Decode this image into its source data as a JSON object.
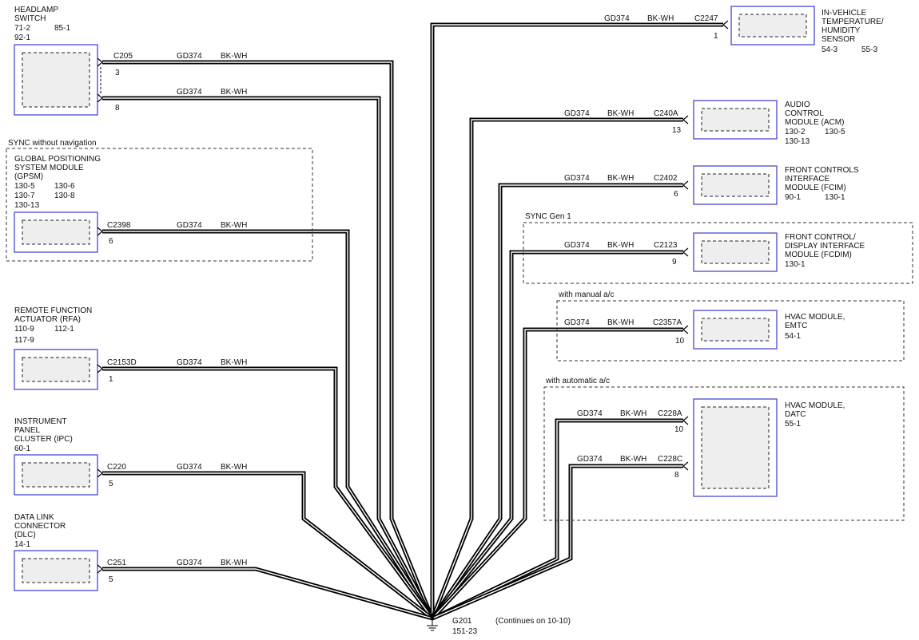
{
  "wire": {
    "circuit": "GD374",
    "color": "BK-WH"
  },
  "ground": {
    "id": "G201",
    "loc": "151-23",
    "note": "(Continues on 10-10)"
  },
  "groups": {
    "sync_nav": "SYNC without navigation",
    "sync_gen1": "SYNC Gen 1",
    "manual_ac": "with manual a/c",
    "auto_ac": "with automatic a/c"
  },
  "components": {
    "headlamp": {
      "l1": "HEADLAMP",
      "l2": "SWITCH",
      "r1a": "71-2",
      "r1b": "85-1",
      "r2a": "92-1",
      "conn": "C205",
      "pin1": "3",
      "pin2": "8"
    },
    "gpsm": {
      "l1": "GLOBAL POSITIONING",
      "l2": "SYSTEM MODULE",
      "l3": "(GPSM)",
      "r1a": "130-5",
      "r1b": "130-6",
      "r2a": "130-7",
      "r2b": "130-8",
      "r3a": "130-13",
      "conn": "C2398",
      "pin": "6"
    },
    "rfa": {
      "l1": "REMOTE FUNCTION",
      "l2": "ACTUATOR (RFA)",
      "r1a": "110-9",
      "r1b": "112-1",
      "r2a": "117-9",
      "conn": "C2153D",
      "pin": "1"
    },
    "ipc": {
      "l1": "INSTRUMENT",
      "l2": "PANEL",
      "l3": "CLUSTER (IPC)",
      "r1a": "60-1",
      "conn": "C220",
      "pin": "5"
    },
    "dlc": {
      "l1": "DATA LINK",
      "l2": "CONNECTOR",
      "l3": "(DLC)",
      "r1a": "14-1",
      "conn": "C251",
      "pin": "5"
    },
    "ivth": {
      "l1": "IN-VEHICLE",
      "l2": "TEMPERATURE/",
      "l3": "HUMIDITY",
      "l4": "SENSOR",
      "r1a": "54-3",
      "r1b": "55-3",
      "conn": "C2247",
      "pin": "1"
    },
    "acm": {
      "l1": "AUDIO",
      "l2": "CONTROL",
      "l3": "MODULE (ACM)",
      "r1a": "130-2",
      "r1b": "130-5",
      "r2a": "130-13",
      "conn": "C240A",
      "pin": "13"
    },
    "fcim": {
      "l1": "FRONT CONTROLS",
      "l2": "INTERFACE",
      "l3": "MODULE (FCIM)",
      "r1a": "90-1",
      "r1b": "130-1",
      "conn": "C2402",
      "pin": "6"
    },
    "fcdim": {
      "l1": "FRONT CONTROL/",
      "l2": "DISPLAY INTERFACE",
      "l3": "MODULE (FCDIM)",
      "r1a": "130-1",
      "conn": "C2123",
      "pin": "9"
    },
    "emtc": {
      "l1": "HVAC MODULE,",
      "l2": "EMTC",
      "r1a": "54-1",
      "conn": "C2357A",
      "pin": "10"
    },
    "datc": {
      "l1": "HVAC MODULE,",
      "l2": "DATC",
      "r1a": "55-1",
      "conn1": "C228A",
      "pin1": "10",
      "conn2": "C228C",
      "pin2": "8"
    }
  }
}
